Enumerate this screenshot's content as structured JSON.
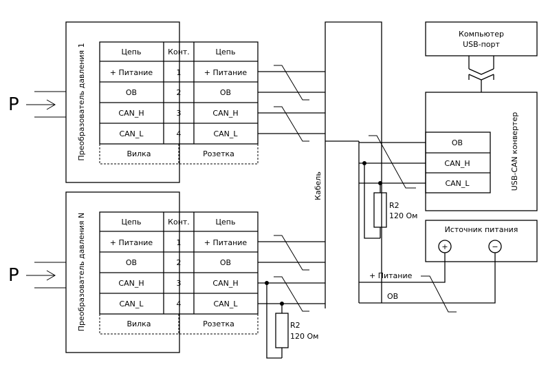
{
  "pressure_symbol": "P",
  "sensor1": {
    "title": "Преобразователь давления 1",
    "header": {
      "chain": "Цепь",
      "contact": "Конт.",
      "chain2": "Цепь"
    },
    "rows": [
      {
        "left": "+ Питание",
        "num": "1",
        "right": "+ Питание"
      },
      {
        "left": "ОВ",
        "num": "2",
        "right": "ОВ"
      },
      {
        "left": "CAN_H",
        "num": "3",
        "right": "CAN_H"
      },
      {
        "left": "CAN_L",
        "num": "4",
        "right": "CAN_L"
      }
    ],
    "plug": "Вилка",
    "socket": "Розетка"
  },
  "sensorN": {
    "title": "Преобразователь давления N",
    "header": {
      "chain": "Цепь",
      "contact": "Конт.",
      "chain2": "Цепь"
    },
    "rows": [
      {
        "left": "+ Питание",
        "num": "1",
        "right": "+ Питание"
      },
      {
        "left": "ОВ",
        "num": "2",
        "right": "ОВ"
      },
      {
        "left": "CAN_H",
        "num": "3",
        "right": "CAN_H"
      },
      {
        "left": "CAN_L",
        "num": "4",
        "right": "CAN_L"
      }
    ],
    "plug": "Вилка",
    "socket": "Розетка"
  },
  "cable_label": "Кабель",
  "computer": {
    "line1": "Компьютер",
    "line2": "USB-порт"
  },
  "converter": {
    "title": "USB-CAN конвертер",
    "pins": [
      "ОВ",
      "CAN_H",
      "CAN_L"
    ]
  },
  "resistor_top": {
    "name": "R2",
    "value": "120 Ом"
  },
  "resistor_bottom": {
    "name": "R2",
    "value": "120 Ом"
  },
  "power_source": {
    "title": "Источник питания",
    "plus": "+",
    "minus": "−"
  },
  "wire_labels": {
    "power": "+ Питание",
    "ov": "ОВ"
  }
}
